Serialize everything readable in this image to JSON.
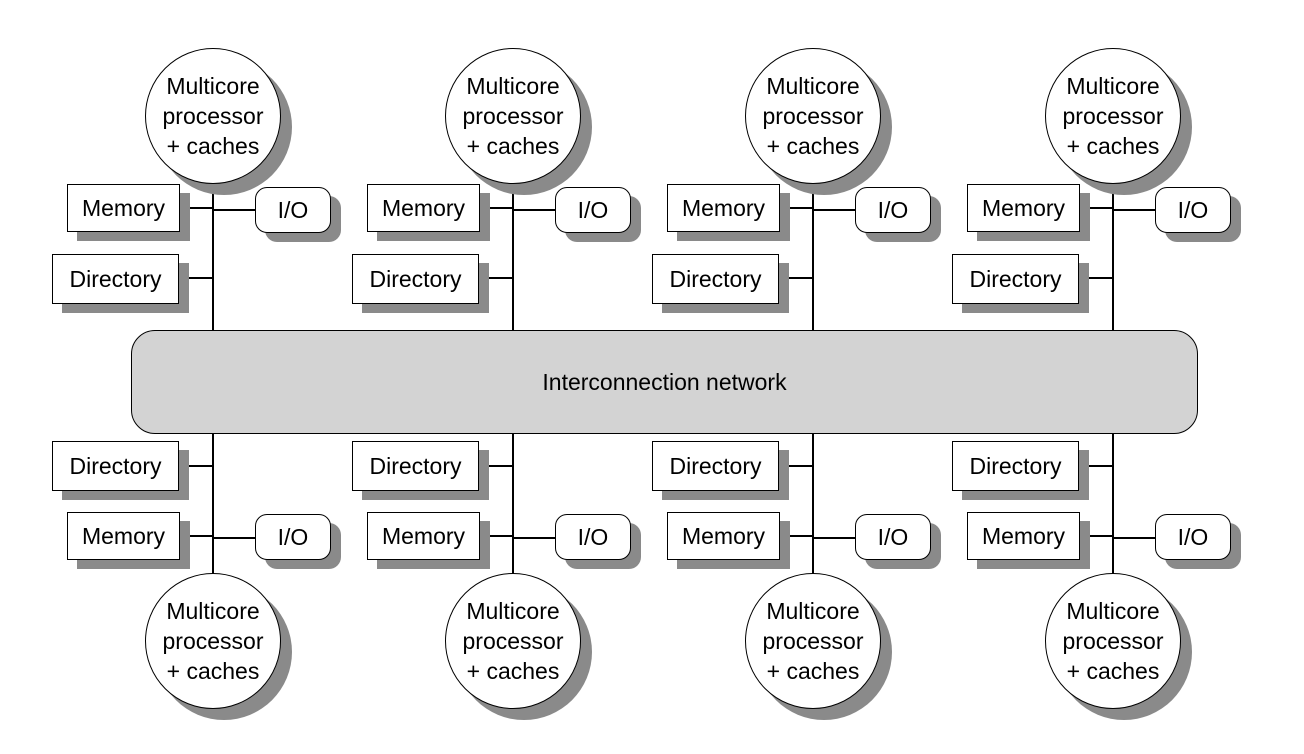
{
  "network": {
    "label": "Interconnection network"
  },
  "node_labels": {
    "processor": [
      "Multicore",
      "processor",
      "+ caches"
    ],
    "memory": "Memory",
    "directory": "Directory",
    "io": "I/O"
  },
  "colors": {
    "network_fill": "#d3d3d3",
    "shadow": "#8a8a8a",
    "stroke": "#000000",
    "background": "#ffffff"
  },
  "nodes": [
    {
      "row": "top"
    },
    {
      "row": "top"
    },
    {
      "row": "top"
    },
    {
      "row": "top"
    },
    {
      "row": "bottom"
    },
    {
      "row": "bottom"
    },
    {
      "row": "bottom"
    },
    {
      "row": "bottom"
    }
  ]
}
